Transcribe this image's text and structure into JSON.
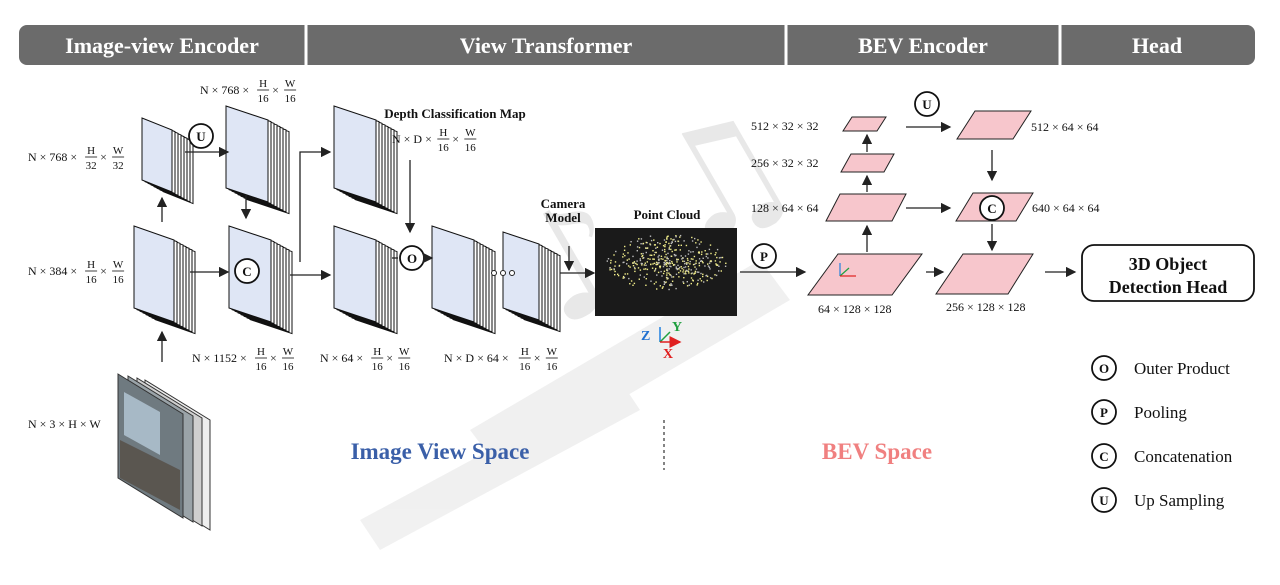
{
  "header": {
    "sections": [
      "Image-view Encoder",
      "View Transformer",
      "BEV Encoder",
      "Head"
    ],
    "color": "#6b6b6b"
  },
  "dims": {
    "img_input": "N × 3 × H × W",
    "enc_low_pre": "N × 768 ×",
    "enc_low_h": "H",
    "enc_low_hd": "32",
    "enc_low_w": "W",
    "enc_low_wd": "32",
    "enc_mid_pre": "N × 384 ×",
    "enc_mid_h": "H",
    "enc_mid_hd": "16",
    "enc_mid_w": "W",
    "enc_mid_wd": "16",
    "enc_up_pre": "N × 768 ×",
    "enc_up_h": "H",
    "enc_up_hd": "16",
    "enc_up_w": "W",
    "enc_up_wd": "16",
    "enc_cat_pre": "N × 1152 ×",
    "enc_cat_h": "H",
    "enc_cat_hd": "16",
    "enc_cat_w": "W",
    "enc_cat_wd": "16",
    "vt_feat_pre": "N × 64 ×",
    "vt_feat_h": "H",
    "vt_feat_hd": "16",
    "vt_feat_w": "W",
    "vt_feat_wd": "16",
    "vt_depth_pre": "N × D ×",
    "vt_depth_h": "H",
    "vt_depth_hd": "16",
    "vt_depth_w": "W",
    "vt_depth_wd": "16",
    "vt_out_pre": "N × D × 64 ×",
    "vt_out_h": "H",
    "vt_out_hd": "16",
    "vt_out_w": "W",
    "vt_out_wd": "16",
    "bev_l1": "512 × 32 × 32",
    "bev_l2": "256 × 32 × 32",
    "bev_l3": "128 × 64 × 64",
    "bev_base": "64 × 128 × 128",
    "bev_up": "512 × 64 × 64",
    "bev_cat": "640 × 64 × 64",
    "bev_out": "256 × 128 × 128"
  },
  "labels": {
    "depth_map": "Depth Classification Map",
    "camera_model_1": "Camera",
    "camera_model_2": "Model",
    "point_cloud": "Point Cloud",
    "axis_z": "Z",
    "axis_y": "Y",
    "axis_x": "X",
    "head_box_1": "3D Object",
    "head_box_2": "Detection Head"
  },
  "ops": {
    "outer": "O",
    "pooling": "P",
    "concat": "C",
    "upsample": "U"
  },
  "spaces": {
    "image_view": "Image View Space",
    "bev": "BEV Space"
  },
  "legend": [
    {
      "symbol": "O",
      "text": "Outer Product"
    },
    {
      "symbol": "P",
      "text": "Pooling"
    },
    {
      "symbol": "C",
      "text": "Concatenation"
    },
    {
      "symbol": "U",
      "text": "Up Sampling"
    }
  ],
  "colors": {
    "feature_face": "#dfe6f5",
    "bev_face": "#f7c6cc",
    "image_view_text": "#3a5fa8",
    "bev_text": "#f08080"
  }
}
